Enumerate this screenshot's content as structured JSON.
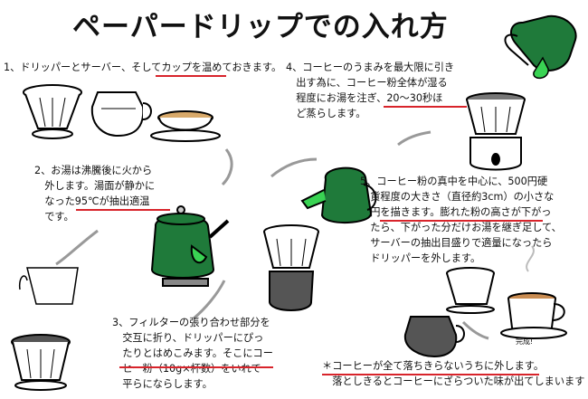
{
  "title": "ペーパードリップでの入れ方",
  "steps": [
    "1、ドリッパーとサーバー、そしてカップを温めておきます。",
    "2、お湯は沸騰後に火から\n　外します。湯面が静かに\n　なった95℃が抽出適温\n　です。",
    "3、フィルターの張り合わせ部分を\n　交互に折り、ドリッパーにぴっ\n　たりとはめこみます。そこにコー\n　ヒー粉（10g×杯数）をいれて\n　平らにならします。",
    "4、コーヒーのうまみを最大限に引き\n　出す為に、コーヒー粉全体が湿る\n　程度にお湯を注ぎ、20～30秒ほ\n　ど蒸らします。",
    "5、コーヒー粉の真中を中心に、500円硬\n　貨程度の大きさ（直径約3cm）の小さな\n　円を描きます。膨れた粉の高さが下がっ\n　たら、下がった分だけお湯を継ぎ足して、\n　サーバーの抽出目盛りで適量になったら\n　ドリッパーを外します。"
  ],
  "note": "＊コーヒーが全て落ちきらないうちに外します。\n　落としきるとコーヒーにざらついた味が出てしまいます",
  "done_label": "完成!",
  "colors": {
    "kettle": "#1f7a3a",
    "accent": "#d8242b",
    "spout": "#39d353"
  }
}
